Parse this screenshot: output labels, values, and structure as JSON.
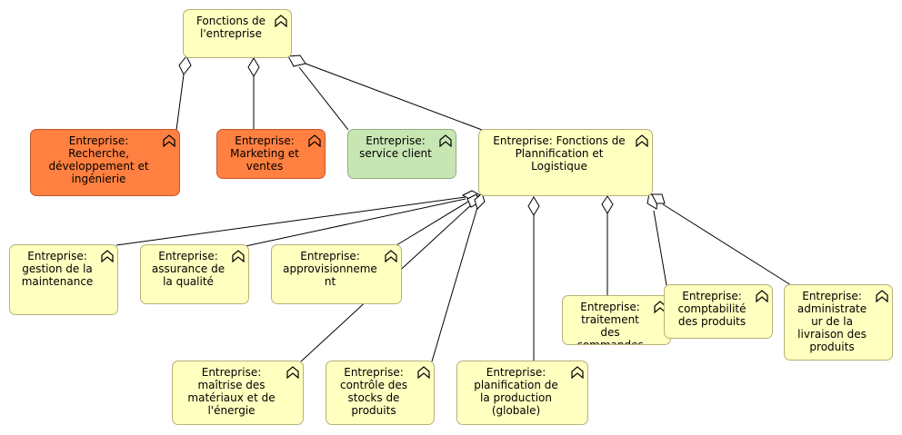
{
  "diagram": {
    "nodes": {
      "root": {
        "label": "Fonctions de\nl'entreprise",
        "icon": "function-icon"
      },
      "rnd": {
        "label": "Entreprise:\nRecherche,\ndéveloppement et\ningénierie",
        "icon": "function-icon",
        "color": "#ff8040"
      },
      "marketing": {
        "label": "Entreprise:\nMarketing et\nventes",
        "icon": "function-icon",
        "color": "#ff8040"
      },
      "service": {
        "label": "Entreprise:\nservice client",
        "icon": "function-icon",
        "color": "#c8e6b4"
      },
      "planning": {
        "label": "Entreprise: Fonctions de\nPlannification et\nLogistique",
        "icon": "function-icon"
      },
      "maintenance": {
        "label": "Entreprise:\ngestion de la\nmaintenance",
        "icon": "function-icon"
      },
      "quality": {
        "label": "Entreprise:\nassurance de\nla qualité",
        "icon": "function-icon"
      },
      "procurement": {
        "label": "Entreprise:\napprovisionneme\nnt",
        "icon": "function-icon"
      },
      "materials": {
        "label": "Entreprise:\nmaîtrise des\nmatériaux et de\nl'énergie",
        "icon": "function-icon"
      },
      "stock": {
        "label": "Entreprise:\ncontrôle des\nstocks de\nproduits",
        "icon": "function-icon"
      },
      "production": {
        "label": "Entreprise:\nplanification de\nla production\n(globale)",
        "icon": "function-icon"
      },
      "orders": {
        "label": "Entreprise:\ntraitement\ndes\ncommandes",
        "icon": "function-icon"
      },
      "accounting": {
        "label": "Entreprise:\ncomptabilité\ndes produits",
        "icon": "function-icon"
      },
      "delivery": {
        "label": "Entreprise:\nadministrate\nur de la\nlivraison des\nproduits",
        "icon": "function-icon"
      }
    },
    "relationships": [
      {
        "from": "root",
        "to": "rnd",
        "type": "aggregation"
      },
      {
        "from": "root",
        "to": "marketing",
        "type": "aggregation"
      },
      {
        "from": "root",
        "to": "service",
        "type": "aggregation"
      },
      {
        "from": "root",
        "to": "planning",
        "type": "aggregation"
      },
      {
        "from": "planning",
        "to": "maintenance",
        "type": "aggregation"
      },
      {
        "from": "planning",
        "to": "quality",
        "type": "aggregation"
      },
      {
        "from": "planning",
        "to": "procurement",
        "type": "aggregation"
      },
      {
        "from": "planning",
        "to": "materials",
        "type": "aggregation"
      },
      {
        "from": "planning",
        "to": "stock",
        "type": "aggregation"
      },
      {
        "from": "planning",
        "to": "production",
        "type": "aggregation"
      },
      {
        "from": "planning",
        "to": "orders",
        "type": "aggregation"
      },
      {
        "from": "planning",
        "to": "accounting",
        "type": "aggregation"
      },
      {
        "from": "planning",
        "to": "delivery",
        "type": "aggregation"
      }
    ]
  }
}
